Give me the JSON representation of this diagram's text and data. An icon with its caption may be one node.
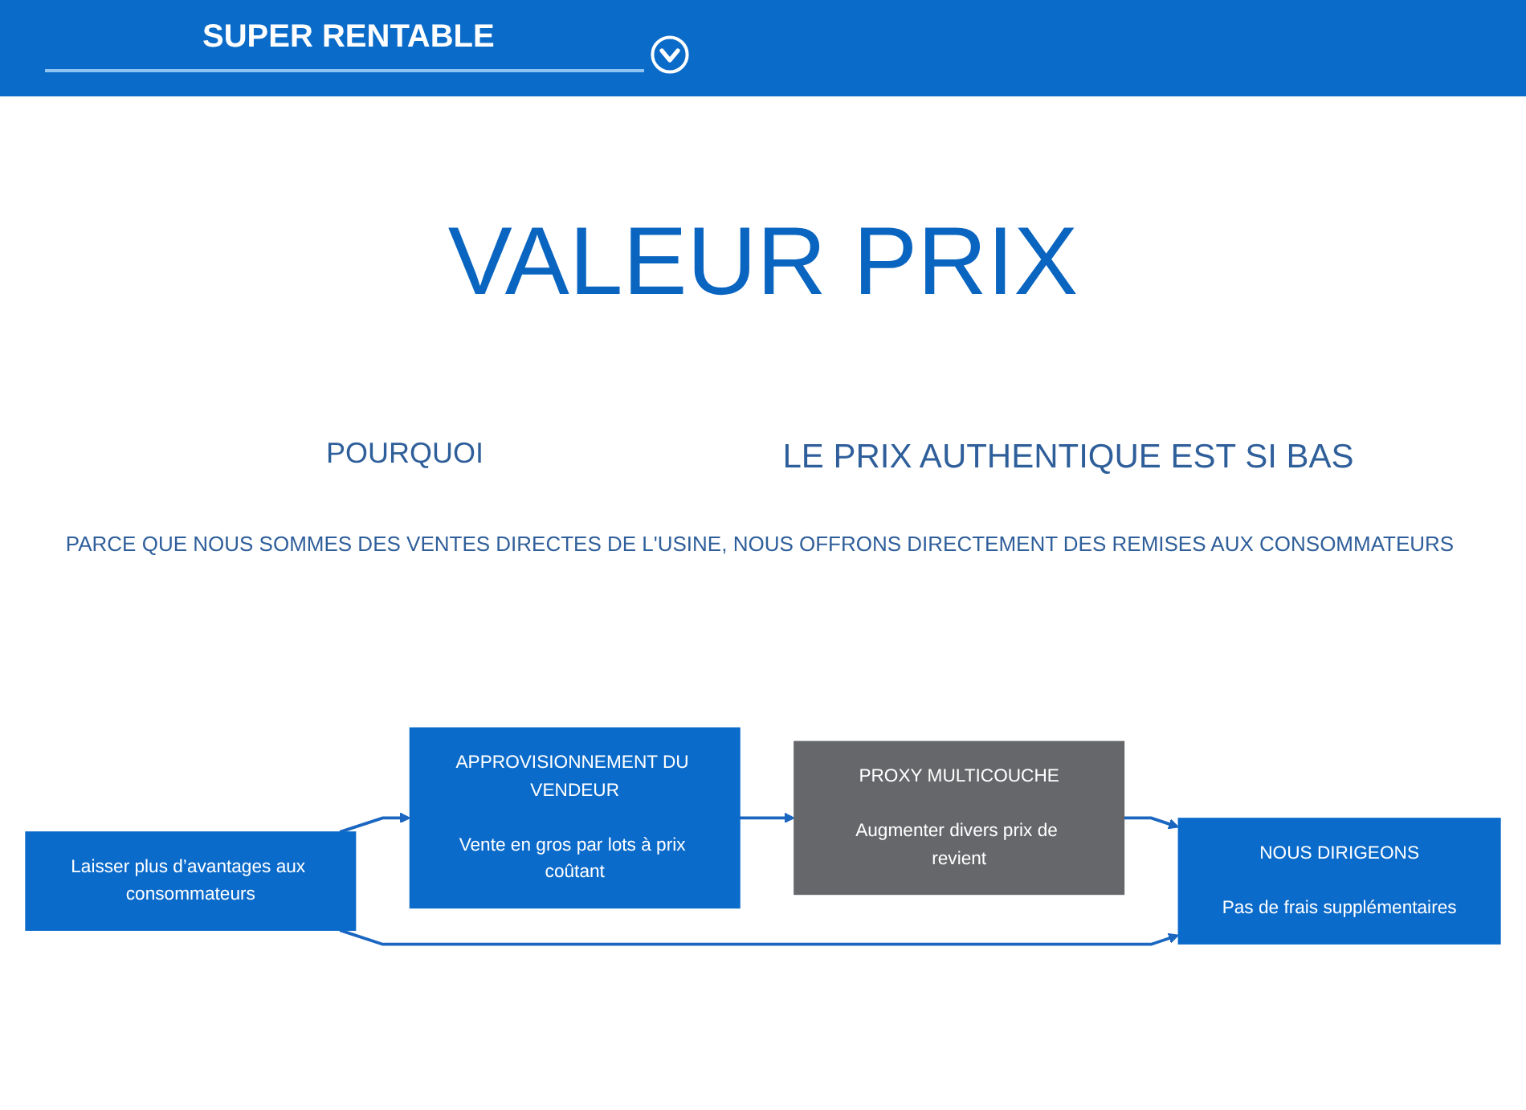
{
  "diagram": {
    "title": "VALEUR PRIX",
    "nodes": [
      {
        "text": [
          "APPROVISIONNEMENT DU VENDEUR",
          "Vente en gros par lots à prix coûtant"
        ]
      },
      {
        "text": [
          "PROXY MULTICOUCHE",
          "Augmenter divers prix de revient"
        ]
      },
      {
        "text": [
          "NOUS DIRIGEONS",
          "Pas de frais supplémentaires"
        ]
      },
      {
        "text": [
          "Laisser plus d’avantages aux consommateurs"
        ]
      }
    ],
    "edges": [
      {
        "from": 0,
        "to": 1,
        "arrow": "to"
      },
      {
        "from": 1,
        "to": 2,
        "arrow": "to"
      },
      {
        "from": 3,
        "to": 0,
        "arrow": "to"
      },
      {
        "from": 3,
        "to": 2,
        "arrow": "to"
      }
    ],
    "labels": [
      "SUPER RENTABLE",
      "POURQUOI",
      "LE PRIX AUTHENTIQUE EST SI BAS",
      "PARCE QUE NOUS SOMMES DES VENTES DIRECTES DE L'USINE, NOUS OFFRONS DIRECTEMENT DES REMISES AUX CONSOMMATEURS"
    ]
  }
}
